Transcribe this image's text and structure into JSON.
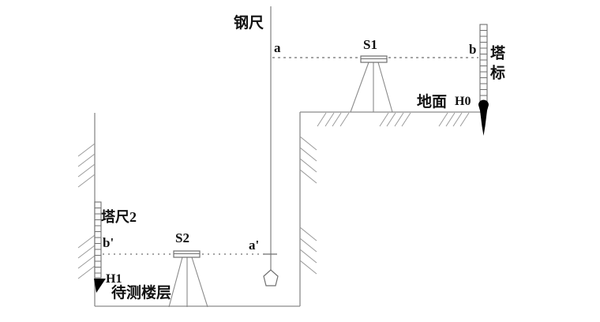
{
  "diagram": {
    "description": "Surveying sketch: transferring elevation from ground level to a lower floor with two levels and a hanging steel tape",
    "labels": {
      "steel_tape": "钢尺",
      "point_a": "a",
      "point_a_prime": "a'",
      "point_b": "b",
      "point_b_prime": "b'",
      "level_s1": "S1",
      "level_s2": "S2",
      "ground": "地面",
      "benchmark_h0": "H0",
      "benchmark_h1": "H1",
      "staff_2": "塔尺2",
      "tower_staff": "塔标",
      "target_floor": "待测楼层"
    },
    "colors": {
      "line": "#8a8a8a",
      "text": "#111111",
      "marker_fill": "#000000",
      "background": "#ffffff"
    }
  }
}
